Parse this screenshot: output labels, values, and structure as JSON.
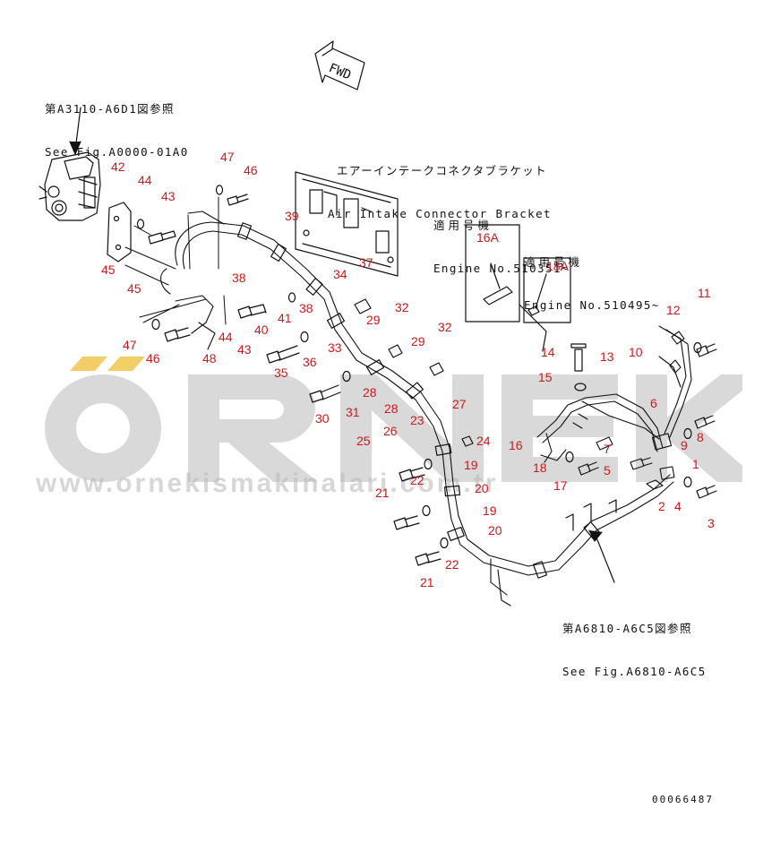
{
  "fwd_label": "FWD",
  "notes": {
    "ref_top": [
      "第A3110-A6D1図参照",
      "See Fig.A0000-01A0"
    ],
    "bracket": [
      "エアーインテークコネクタブラケット",
      "Air Intake Connector Bracket"
    ],
    "engine1": [
      "適用号機",
      "Engine No.510351~"
    ],
    "engine2": [
      "適用号機",
      "Engine No.510495~"
    ],
    "ref_bottom": [
      "第A6810-A6C5図参照",
      "See Fig.A6810-A6C5"
    ]
  },
  "doc_number": "00066487",
  "watermark": {
    "brand": "ORNEK",
    "url": "www.ornekismakinalari.com.tr",
    "color": "#b0b0b0",
    "accent": "#f0c040"
  },
  "callouts": [
    {
      "label": "47"
    },
    {
      "label": "46"
    },
    {
      "label": "42"
    },
    {
      "label": "44"
    },
    {
      "label": "43"
    },
    {
      "label": "39"
    },
    {
      "label": "45"
    },
    {
      "label": "45"
    },
    {
      "label": "38"
    },
    {
      "label": "34"
    },
    {
      "label": "37"
    },
    {
      "label": "38"
    },
    {
      "label": "40"
    },
    {
      "label": "41"
    },
    {
      "label": "44"
    },
    {
      "label": "43"
    },
    {
      "label": "47"
    },
    {
      "label": "46"
    },
    {
      "label": "48"
    },
    {
      "label": "35"
    },
    {
      "label": "33"
    },
    {
      "label": "36"
    },
    {
      "label": "32"
    },
    {
      "label": "29"
    },
    {
      "label": "29"
    },
    {
      "label": "32"
    },
    {
      "label": "28"
    },
    {
      "label": "28"
    },
    {
      "label": "30"
    },
    {
      "label": "31"
    },
    {
      "label": "23"
    },
    {
      "label": "27"
    },
    {
      "label": "26"
    },
    {
      "label": "24"
    },
    {
      "label": "25"
    },
    {
      "label": "22"
    },
    {
      "label": "19"
    },
    {
      "label": "21"
    },
    {
      "label": "20"
    },
    {
      "label": "19"
    },
    {
      "label": "20"
    },
    {
      "label": "21"
    },
    {
      "label": "22"
    },
    {
      "label": "16A"
    },
    {
      "label": "18A"
    },
    {
      "label": "14"
    },
    {
      "label": "15"
    },
    {
      "label": "13"
    },
    {
      "label": "16"
    },
    {
      "label": "18"
    },
    {
      "label": "17"
    },
    {
      "label": "5"
    },
    {
      "label": "7"
    },
    {
      "label": "11"
    },
    {
      "label": "12"
    },
    {
      "label": "10"
    },
    {
      "label": "6"
    },
    {
      "label": "9"
    },
    {
      "label": "8"
    },
    {
      "label": "1"
    },
    {
      "label": "2"
    },
    {
      "label": "4"
    },
    {
      "label": "3"
    }
  ]
}
